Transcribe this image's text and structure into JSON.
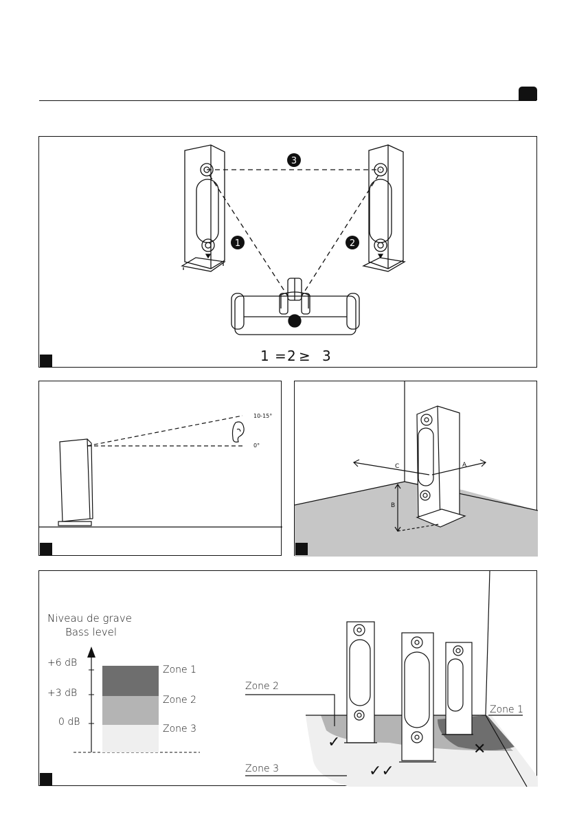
{
  "panel1": {
    "markers": [
      "1",
      "2",
      "3"
    ],
    "equation": {
      "a": "1",
      "eq": "=",
      "b": "2",
      "ge": "≥",
      "c": "3"
    }
  },
  "panel2": {
    "angle_top": "10-15°",
    "angle_bottom": "0°"
  },
  "panel3": {
    "dim_a": "A",
    "dim_b": "B",
    "dim_c": "C"
  },
  "panel4": {
    "title_fr": "Niveau de grave",
    "title_en": "Bass level",
    "levels": [
      "+6 dB",
      "+3 dB",
      "0 dB"
    ],
    "zones": [
      "Zone 1",
      "Zone 2",
      "Zone 3"
    ],
    "callouts": {
      "zone1": "Zone 1",
      "zone2": "Zone 2",
      "zone3": "Zone 3"
    },
    "colors": {
      "zone1": "#6e6e6e",
      "zone2": "#b4b4b4",
      "zone3": "#efefef"
    }
  }
}
